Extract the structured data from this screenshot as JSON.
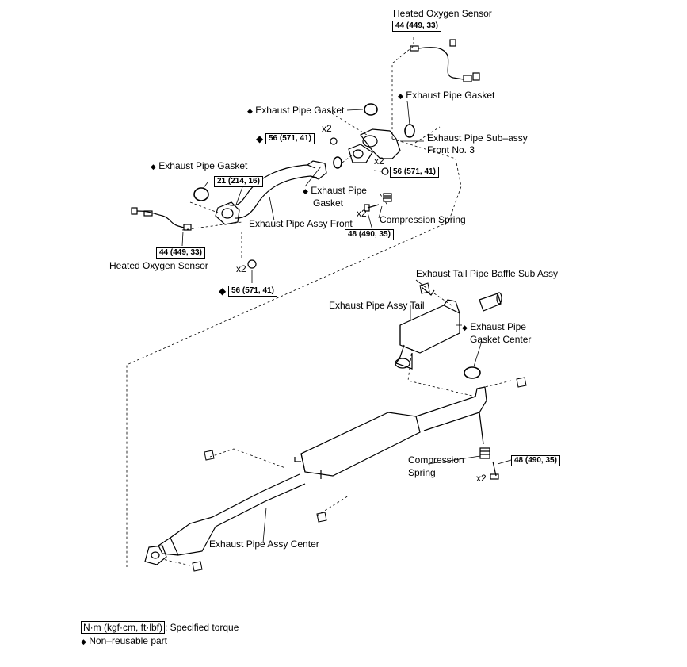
{
  "labels": {
    "hos_top": "Heated Oxygen Sensor",
    "hos_left": "Heated Oxygen Sensor",
    "gasket_top_center": "Exhaust Pipe Gasket",
    "gasket_top_right": "Exhaust Pipe Gasket",
    "gasket_left": "Exhaust Pipe Gasket",
    "gasket_mid_1": "Exhaust Pipe",
    "gasket_mid_2": "Gasket",
    "sub_assy_1": "Exhaust Pipe Sub–assy",
    "sub_assy_2": "Front No. 3",
    "assy_front": "Exhaust Pipe Assy Front",
    "comp_spring_top": "Compression Spring",
    "tail_baffle": "Exhaust Tail Pipe Baffle Sub Assy",
    "assy_tail": "Exhaust Pipe Assy Tail",
    "gasket_center_1": "Exhaust Pipe",
    "gasket_center_2": "Gasket Center",
    "comp_spring_bot_1": "Compression",
    "comp_spring_bot_2": "Spring",
    "assy_center": "Exhaust Pipe Assy Center"
  },
  "torques": {
    "hos_top": "44 (449, 33)",
    "hos_left": "44 (449, 33)",
    "nut_top": "56 (571, 41)",
    "bolt_sub": "56 (571, 41)",
    "front_flange": "21 (214, 16)",
    "bolt_spring_top": "48 (490, 35)",
    "nut_bottom": "56 (571, 41)",
    "bolt_spring_bot": "48 (490, 35)"
  },
  "multipliers": {
    "nut_top": "x2",
    "bolt_sub": "x2",
    "bolt_spring_top": "x2",
    "nut_bottom": "x2",
    "bolt_spring_bot": "x2"
  },
  "legend": {
    "torque_box": "N·m (kgf·cm, ft·lbf)",
    "torque_text": ": Specified torque",
    "nonreusable_symbol": "◆",
    "nonreusable_text": "Non–reusable part"
  },
  "symbols": {
    "diamond": "◆"
  }
}
